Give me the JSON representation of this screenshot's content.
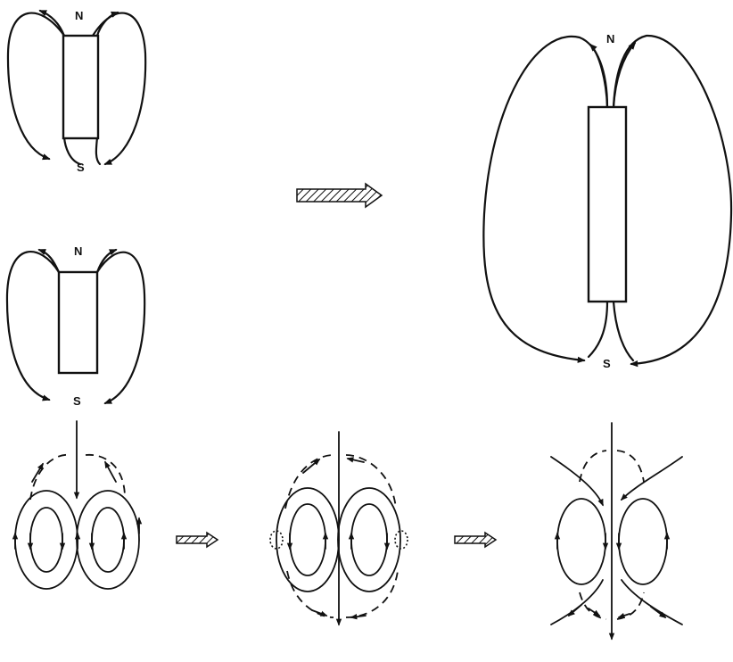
{
  "magnet_1": {
    "north_label": "N",
    "south_label": "S"
  },
  "magnet_2": {
    "north_label": "N",
    "south_label": "S"
  },
  "magnet_3": {
    "north_label": "N",
    "south_label": "S"
  },
  "colors": {
    "ink": "#111111",
    "background": "#ffffff"
  },
  "icons": {
    "transition_arrow": "hatched-arrow-icon",
    "field_arrow": "arrowhead-icon"
  }
}
